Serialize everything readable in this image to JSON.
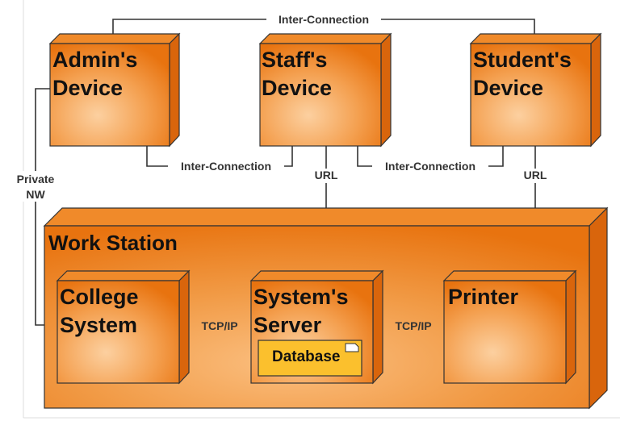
{
  "nodes": {
    "admin": "Admin's Device",
    "staff": "Staff's Device",
    "student": "Student's Device",
    "workstation": "Work Station",
    "college": "College System",
    "server": "System's Server",
    "database": "Database",
    "printer": "Printer"
  },
  "edges": {
    "top_interconnection": "Inter-Connection",
    "admin_staff": "Inter-Connection",
    "staff_student": "Inter-Connection",
    "staff_url": "URL",
    "student_url": "URL",
    "private_nw_line1": "Private",
    "private_nw_line2": "NW",
    "college_server": "TCP/IP",
    "server_printer": "TCP/IP"
  },
  "colors": {
    "node_light": "#fbc48a",
    "node_dark": "#e8730f",
    "node_side": "#d9650c",
    "node_top": "#f08a2a",
    "database_fill": "#fbc02d",
    "wire": "#333333"
  }
}
